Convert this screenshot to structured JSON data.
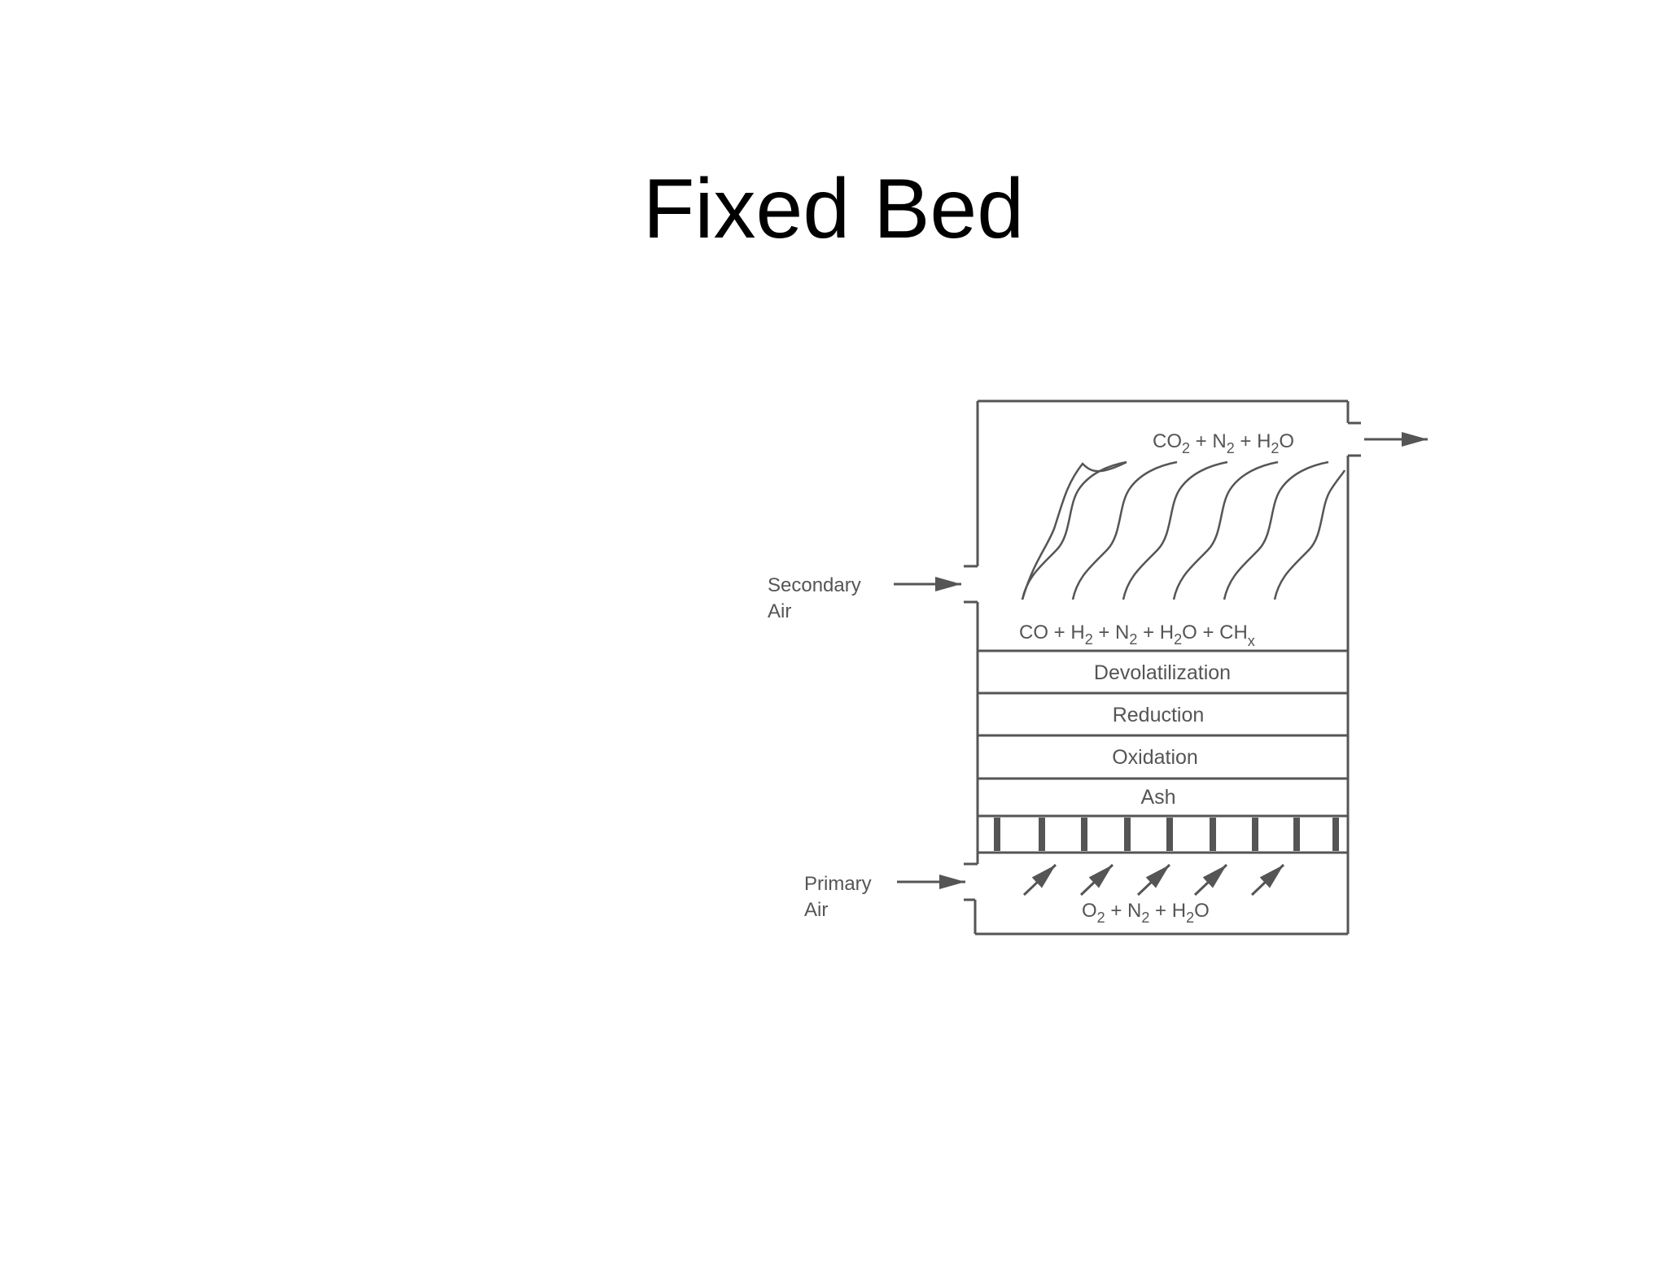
{
  "slide": {
    "title": "Fixed Bed"
  },
  "diagram": {
    "exhaust": {
      "co2": "CO",
      "co2_sub": "2",
      "plus1": " + N",
      "n2_sub": "2",
      "plus2": " + H",
      "h2o_sub": "2",
      "o": "O"
    },
    "gas_mix": {
      "co": "CO + H",
      "h2_sub": "2",
      "n": " + N",
      "n2_sub": "2",
      "h": " + H",
      "h2o_sub": "2",
      "o": "O + CH",
      "x_sub": "x"
    },
    "zones": [
      "Devolatilization",
      "Reduction",
      "Oxidation",
      "Ash"
    ],
    "secondary_air": {
      "line1": "Secondary",
      "line2": "Air"
    },
    "primary_air": {
      "line1": "Primary",
      "line2": "Air"
    },
    "feed": {
      "o": "O",
      "o2_sub": "2",
      "n": " + N",
      "n2_sub": "2",
      "h": " + H",
      "h2o_sub": "2",
      "end": "O"
    },
    "colors": {
      "line": "#555555",
      "text": "#555555"
    }
  }
}
